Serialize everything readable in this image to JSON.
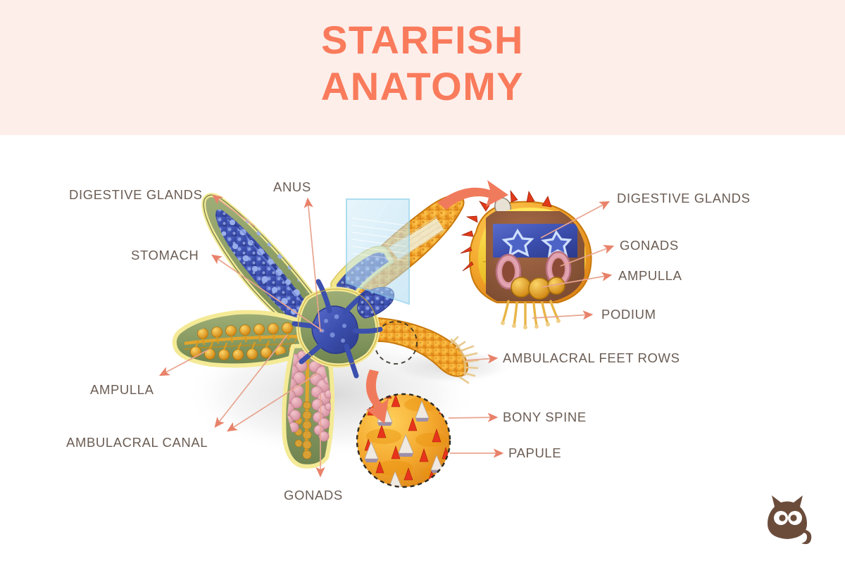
{
  "page": {
    "title_line1": "STARFISH",
    "title_line2": "ANATOMY",
    "accent_color": "#f97b5c",
    "header_bg": "#fdeeea",
    "label_color": "#6b5d54",
    "background": "#ffffff"
  },
  "labels": {
    "digestive_glands_left": "DIGESTIVE GLANDS",
    "anus": "ANUS",
    "stomach": "STOMACH",
    "ampulla_left": "AMPULLA",
    "ambulacral_canal": "AMBULACRAL CANAL",
    "gonads_bottom": "GONADS",
    "digestive_glands_right": "DIGESTIVE GLANDS",
    "gonads_right": "GONADS",
    "ampulla_right": "AMPULLA",
    "podium": "PODIUM",
    "ambulacral_feet_rows": "AMBULACRAL FEET ROWS",
    "bony_spine": "BONY SPINE",
    "papule": "PAPULE"
  },
  "figures": {
    "main_specimen": "dissected-starfish-dorsal-view",
    "cross_section": "starfish-arm-cross-section",
    "surface_detail": "starfish-skin-surface-closeup",
    "cutting_plane": "transparent-section-plane",
    "logo": "cat-mascot-logo"
  },
  "illustration_colors": {
    "arm_tissue_green": "#8a9a63",
    "outline_yellow": "#f2e68a",
    "digestive_gland_blue": "#3a4fa8",
    "stomach_blue": "#4356ad",
    "ampulla_orange": "#e09a28",
    "gonad_pink": "#e0a0ad",
    "skin_orange": "#f0a62a",
    "skin_orange_dark": "#d97f14",
    "papule_red": "#e8341c",
    "spine_white": "#efe7e2",
    "cross_section_body": "#8d5a3c",
    "plane_blue": "#bfe3f5",
    "logo_brown": "#6b4c3b"
  }
}
